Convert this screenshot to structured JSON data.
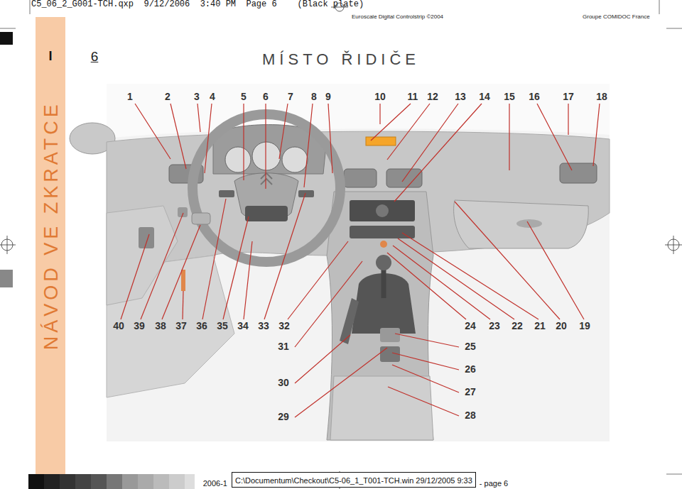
{
  "diagram": {
    "title": "MÍSTO ŘIDIČE",
    "nodes": [
      {
        "text": [
          "C:\\Documentum\\Checkout\\C5-06_1_T001-TCH.win 29/12/2005 9:33"
        ]
      }
    ],
    "labels": [
      "C5_06_2_G001-TCH.qxp  9/12/2006  3:40 PM  Page 6    (Black plate)",
      "Euroscale Digital Controlstrip ©2004",
      "Groupe COMIDOC France",
      "I",
      "6",
      "NÁVOD VE ZKRATCE",
      "1",
      "2",
      "3",
      "4",
      "5",
      "6",
      "7",
      "8",
      "9",
      "10",
      "11",
      "12",
      "13",
      "14",
      "15",
      "16",
      "17",
      "18",
      "40",
      "39",
      "38",
      "37",
      "36",
      "35",
      "34",
      "33",
      "32",
      "24",
      "23",
      "22",
      "21",
      "20",
      "19",
      "31",
      "25",
      "30",
      "26",
      "29",
      "27",
      "28",
      "2006-1",
      "- page 6"
    ]
  }
}
